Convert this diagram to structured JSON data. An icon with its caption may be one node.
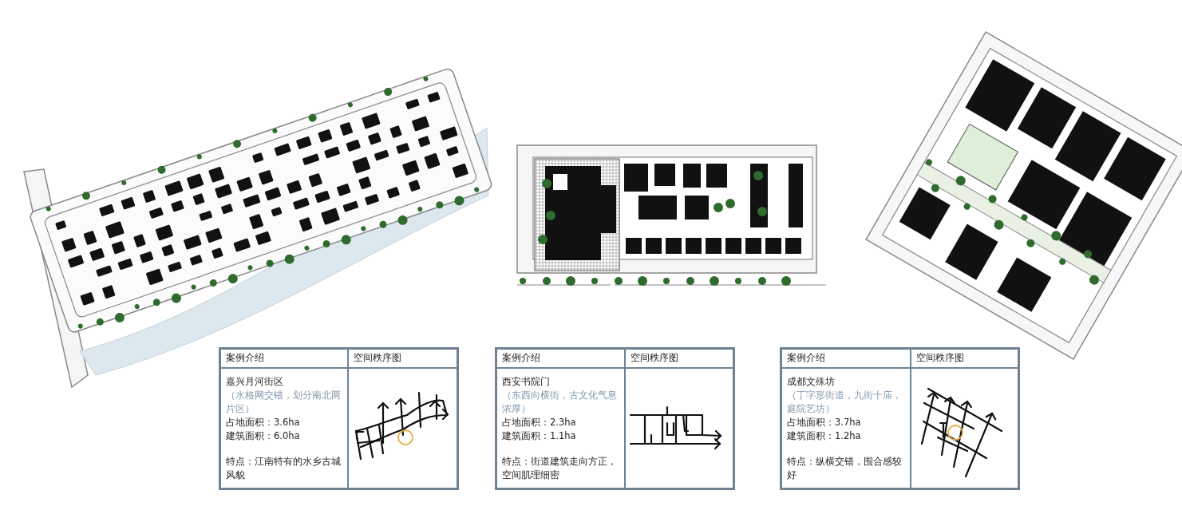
{
  "diagram": {
    "labels": [
      "案例介绍",
      "空间秩序图",
      "嘉兴月河街区",
      "（水格网交错，划分南北两片区）",
      "占地面积：3.6ha",
      "建筑面积：6.0ha",
      "特点：江南特有的水乡古城风貌",
      "案例介绍",
      "空间秩序图",
      "西安书院门",
      "（东西向横街，古文化气息浓厚）",
      "占地面积：2.3ha",
      "建筑面积：1.1ha",
      "特点：街道建筑走向方正，空间肌理细密",
      "案例介绍",
      "空间秩序图",
      "成都文殊坊",
      "（丁字形街道，九街十庙，庭院艺坊）",
      "占地面积：3.7ha",
      "建筑面积：1.2ha",
      "特点：纵横交错，围合感较好"
    ]
  }
}
